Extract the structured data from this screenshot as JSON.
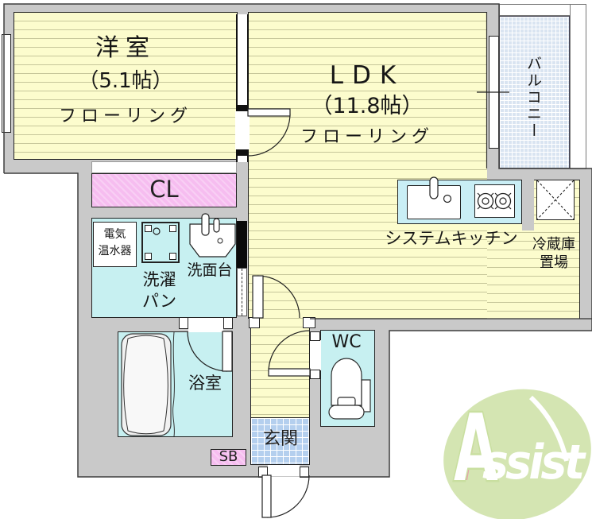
{
  "rooms": {
    "yoshitsu": {
      "name": "洋室",
      "size": "（5.1帖）",
      "floor": "フローリング"
    },
    "ldk": {
      "name": "LDK",
      "size": "（11.8帖）",
      "floor": "フローリング"
    },
    "balcony": {
      "name": "バルコニー"
    },
    "closet": {
      "name": "CL"
    },
    "shoebox": {
      "name": "SB"
    },
    "entrance": {
      "name": "玄関"
    },
    "bathroom": {
      "name": "浴室"
    },
    "wc": {
      "name": "WC"
    },
    "kitchen": {
      "name": "システムキッチン"
    },
    "fridge": {
      "line1": "冷蔵庫",
      "line2": "置場"
    },
    "heater": {
      "line1": "電気",
      "line2": "温水器"
    },
    "laundry": {
      "line1": "洗濯",
      "line2": "パン"
    },
    "basin": {
      "name": "洗面台"
    }
  },
  "logo": {
    "a": "A",
    "rest": "ssist"
  },
  "colors": {
    "wall_gray": "#c9c9c9",
    "floor_yellow": "#fcfccd",
    "floor_line": "#c6c69a",
    "wet_cyan": "#c7f0f1",
    "closet_pink": "#f6bdf0",
    "entrance_tile_blue": "#b4cfee",
    "balcony_blue": "#d9e4f1",
    "logo_green": "#d4e5b2",
    "logo_pink": "#e89aab"
  }
}
